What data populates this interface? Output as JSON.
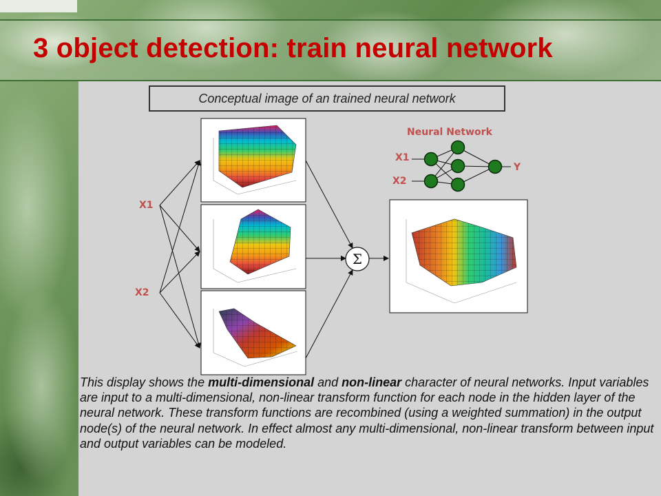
{
  "slide": {
    "title": "3 object detection: train neural network",
    "caption": "Conceptual image of an trained neural network"
  },
  "diagram": {
    "inputs": [
      "X1",
      "X2"
    ],
    "sum_symbol": "Σ",
    "network": {
      "title": "Neural Network",
      "inputs": [
        "X1",
        "X2"
      ],
      "output": "Y"
    }
  },
  "description": {
    "p1": "This display shows the ",
    "b1": "multi-dimensional",
    "p2": " and ",
    "b2": "non-linear",
    "p3": " character of neural networks. Input variables are input to a multi-dimensional, non-linear transform function for each node in the hidden layer of the neural network. These transform functions are recombined (using a weighted summation) in the output node(s) of the neural network. In effect almost any multi-dimensional, non-linear transform between input and output variables can be modeled."
  },
  "colors": {
    "title": "#c40000",
    "labels": "#c0504d",
    "node": "#1f7a1f",
    "panel": "#d4d4d4"
  }
}
